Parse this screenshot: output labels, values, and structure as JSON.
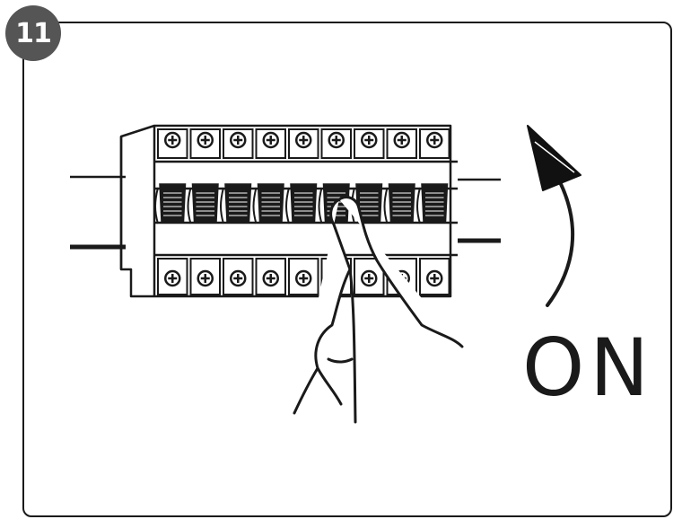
{
  "step": {
    "number": "11",
    "badge_color": "#555555"
  },
  "label": {
    "text": "ON"
  },
  "breaker": {
    "poles": 9,
    "stroke": "#1a1a1a"
  },
  "icons": {
    "arrow": "curved-arrow-up-icon",
    "hand": "pointing-hand-icon"
  }
}
